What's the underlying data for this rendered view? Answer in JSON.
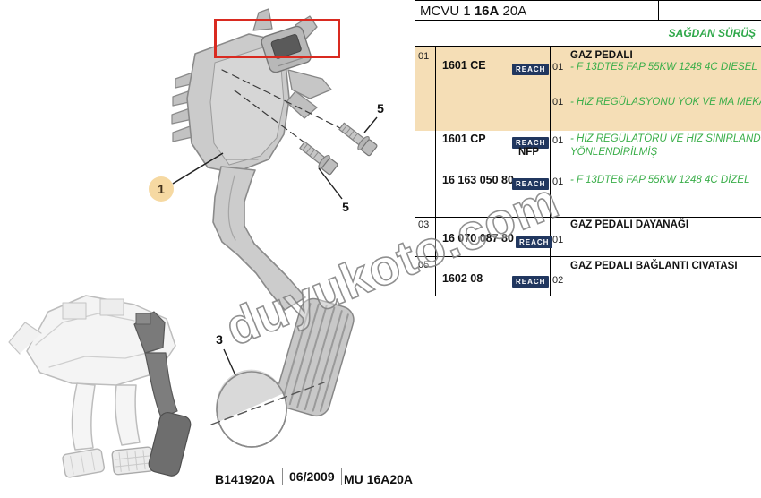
{
  "header": {
    "code_prefix": "MCVU 1 ",
    "code_bold": "16A",
    "code_suffix": " 20A",
    "drive_note": "SAĞDAN SÜRÜŞ"
  },
  "table": {
    "reach_label": "REACH",
    "groups": [
      {
        "ref": "01",
        "title": "GAZ PEDALI",
        "entries": [
          {
            "part": "1601 CE",
            "qty": "01",
            "note": "- F 13DTE5 FAP 55KW 1248 4C DIESEL"
          },
          {
            "qty": "01",
            "note": "- HIZ REGÜLASYONU YOK VE MA MEKANİK"
          },
          {
            "part": "1601 CP",
            "sub": "NFP",
            "qty": "01",
            "note": "- HIZ REGÜLATÖRÜ VE HIZ SINIRLANDIRICI",
            "note2": "YÖNLENDİRİLMİŞ"
          },
          {
            "part": "16 163 050 80",
            "qty": "01",
            "note": "- F 13DTE6 FAP 55KW 1248 4C DİZEL"
          }
        ]
      },
      {
        "ref": "03",
        "title": "GAZ PEDALI DAYANAĞI",
        "entries": [
          {
            "part": "16 070 087 80",
            "qty": "01"
          }
        ]
      },
      {
        "ref": "05",
        "title": "GAZ PEDALI BAĞLANTI CIVATASI",
        "entries": [
          {
            "part": "1602 08",
            "qty": "02"
          }
        ]
      }
    ]
  },
  "diagram": {
    "callout_1": "1",
    "callout_3": "3",
    "callout_5_top": "5",
    "callout_5_bottom": "5",
    "watermark": "duyukoto.com"
  },
  "footer": {
    "doc_ref": "B141920A",
    "date": "06/2009",
    "manual_ref": "MU 16A20A"
  },
  "colors": {
    "highlight_tan": "#f5deb6",
    "callout_tan": "#f6d9a2",
    "green_text": "#3aae49",
    "red_box": "#d92a20",
    "reach_navy": "#21375f"
  }
}
